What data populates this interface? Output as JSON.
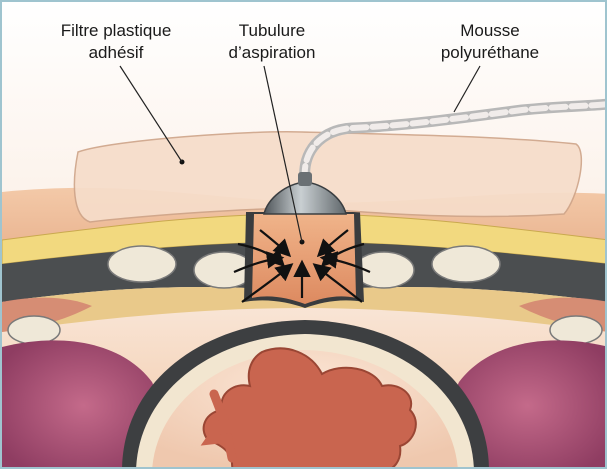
{
  "labels": {
    "filtre": {
      "line1": "Filtre plastique",
      "line2": "adhésif"
    },
    "tubulure": {
      "line1": "Tubulure",
      "line2": "d’aspiration"
    },
    "mousse": {
      "line1": "Mousse",
      "line2": "polyuréthane"
    }
  },
  "colors": {
    "frame": "#9fc4cf",
    "background_top": "#ffffff",
    "skin": "#f1c8a8",
    "film": "#f3d8c6",
    "fat": "#f3dc8a",
    "fascia": "#5a5a5a",
    "muscle": "#d9907a",
    "foam": "#e59a6a",
    "cavity": "#b8567a",
    "peritoneum_inner": "#f5d9c4",
    "intestine": "#c96650"
  }
}
